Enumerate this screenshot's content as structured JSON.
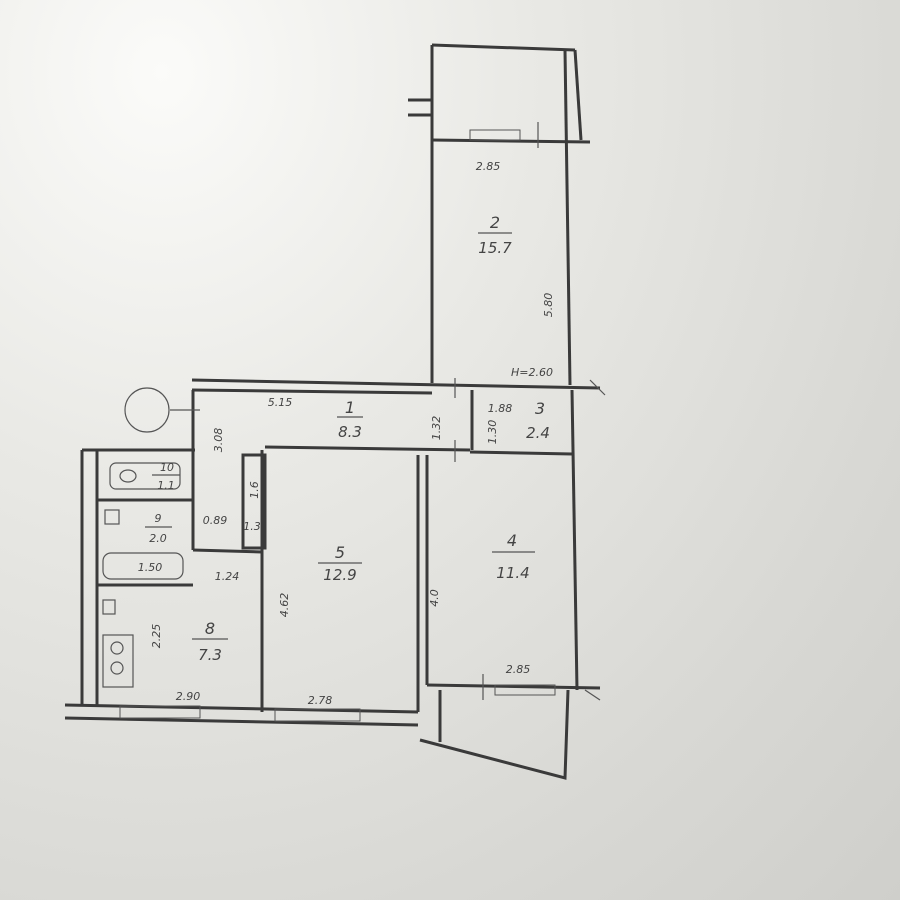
{
  "rooms": {
    "r1": {
      "number": "1",
      "area": "8.3"
    },
    "r2": {
      "number": "2",
      "area": "15.7"
    },
    "r3": {
      "number": "3",
      "area": "2.4"
    },
    "r4": {
      "number": "4",
      "area": "11.4"
    },
    "r5": {
      "number": "5",
      "area": "12.9"
    },
    "r8": {
      "number": "8",
      "area": "7.3"
    },
    "r9": {
      "number": "9",
      "area": "2.0"
    },
    "r10": {
      "number": "10",
      "area": "1.1"
    }
  },
  "dimensions": {
    "d1": "2.85",
    "d2": "5.80",
    "d3": "H=2.60",
    "d4": "5.15",
    "d5": "3.08",
    "d6": "1.32",
    "d7": "1.88",
    "d8": "1.30",
    "d9": "0.89",
    "d10": "1.50",
    "d11": "1.24",
    "d12": "4.62",
    "d13": "4.0",
    "d14": "2.85",
    "d15": "2.25",
    "d16": "2.90",
    "d17": "2.78",
    "d18": "1.6",
    "d19": "1.3"
  },
  "colors": {
    "line": "#3a3a3a",
    "paper": "#e6e6e2"
  }
}
